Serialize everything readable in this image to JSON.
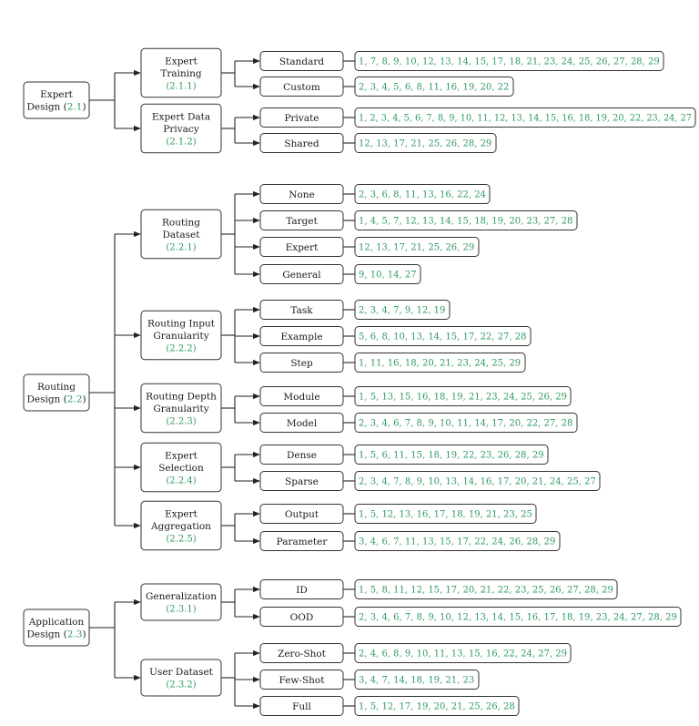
{
  "colors": {
    "accent": "#2e9a5e",
    "text": "#1a1a1a",
    "border": "#333333"
  },
  "groups": [
    {
      "label_lines": [
        "Expert",
        "Design"
      ],
      "ref": "2.1",
      "subs": [
        {
          "label_lines": [
            "Expert",
            "Training"
          ],
          "ref": "2.1.1",
          "leaves": [
            {
              "label": "Standard",
              "refs": "1, 7, 8, 9, 10, 12, 13, 14, 15, 17, 18, 21, 23, 24, 25, 26, 27, 28, 29"
            },
            {
              "label": "Custom",
              "refs": "2, 3, 4, 5, 6, 8, 11, 16, 19, 20, 22"
            }
          ]
        },
        {
          "label_lines": [
            "Expert Data",
            "Privacy"
          ],
          "ref": "2.1.2",
          "leaves": [
            {
              "label": "Private",
              "refs": "1, 2, 3, 4, 5, 6, 7, 8, 9, 10, 11, 12, 13, 14, 15, 16, 18, 19, 20, 22, 23, 24, 27"
            },
            {
              "label": "Shared",
              "refs": "12, 13, 17, 21, 25, 26, 28, 29"
            }
          ]
        }
      ]
    },
    {
      "label_lines": [
        "Routing",
        "Design"
      ],
      "ref": "2.2",
      "subs": [
        {
          "label_lines": [
            "Routing",
            "Dataset"
          ],
          "ref": "2.2.1",
          "leaves": [
            {
              "label": "None",
              "refs": "2, 3, 6, 8, 11, 13, 16, 22, 24"
            },
            {
              "label": "Target",
              "refs": "1, 4, 5, 7, 12, 13, 14, 15, 18, 19, 20, 23, 27, 28"
            },
            {
              "label": "Expert",
              "refs": "12, 13, 17, 21, 25, 26, 29"
            },
            {
              "label": "General",
              "refs": "9, 10, 14, 27"
            }
          ]
        },
        {
          "label_lines": [
            "Routing Input",
            "Granularity"
          ],
          "ref": "2.2.2",
          "leaves": [
            {
              "label": "Task",
              "refs": "2, 3, 4, 7, 9, 12, 19"
            },
            {
              "label": "Example",
              "refs": "5, 6, 8, 10, 13, 14, 15, 17, 22, 27, 28"
            },
            {
              "label": "Step",
              "refs": "1, 11, 16, 18, 20, 21, 23, 24, 25, 29"
            }
          ]
        },
        {
          "label_lines": [
            "Routing Depth",
            "Granularity"
          ],
          "ref": "2.2.3",
          "leaves": [
            {
              "label": "Module",
              "refs": "1, 5, 13, 15, 16, 18, 19, 21, 23, 24, 25, 26, 29"
            },
            {
              "label": "Model",
              "refs": "2, 3, 4, 6, 7, 8, 9, 10, 11, 14, 17, 20, 22, 27, 28"
            }
          ]
        },
        {
          "label_lines": [
            "Expert",
            "Selection"
          ],
          "ref": "2.2.4",
          "leaves": [
            {
              "label": "Dense",
              "refs": "1, 5, 6, 11, 15, 18, 19, 22, 23, 26, 28, 29"
            },
            {
              "label": "Sparse",
              "refs": "2, 3, 4, 7, 8, 9, 10, 13, 14, 16, 17, 20, 21, 24, 25, 27"
            }
          ]
        },
        {
          "label_lines": [
            "Expert",
            "Aggregation"
          ],
          "ref": "2.2.5",
          "leaves": [
            {
              "label": "Output",
              "refs": "1, 5, 12, 13, 16, 17, 18, 19, 21, 23, 25"
            },
            {
              "label": "Parameter",
              "refs": "3, 4, 6, 7, 11, 13, 15, 17, 22, 24, 26, 28, 29"
            }
          ]
        }
      ]
    },
    {
      "label_lines": [
        "Application",
        "Design"
      ],
      "ref": "2.3",
      "subs": [
        {
          "label_lines": [
            "Generalization"
          ],
          "ref": "2.3.1",
          "leaves": [
            {
              "label": "ID",
              "refs": "1, 5, 8, 11, 12, 15, 17, 20, 21, 22, 23, 25, 26, 27, 28, 29"
            },
            {
              "label": "OOD",
              "refs": "2, 3, 4, 6, 7, 8, 9, 10, 12, 13, 14, 15, 16, 17, 18, 19, 23, 24, 27, 28, 29"
            }
          ]
        },
        {
          "label_lines": [
            "User Dataset"
          ],
          "ref": "2.3.2",
          "leaves": [
            {
              "label": "Zero-Shot",
              "refs": "2, 4, 6, 8, 9, 10, 11, 13, 15, 16, 22, 24, 27, 29"
            },
            {
              "label": "Few-Shot",
              "refs": "3, 4, 7, 14, 18, 19, 21, 23"
            },
            {
              "label": "Full",
              "refs": "1, 5, 12, 17, 19, 20, 21, 25, 26, 28"
            }
          ]
        }
      ]
    }
  ]
}
